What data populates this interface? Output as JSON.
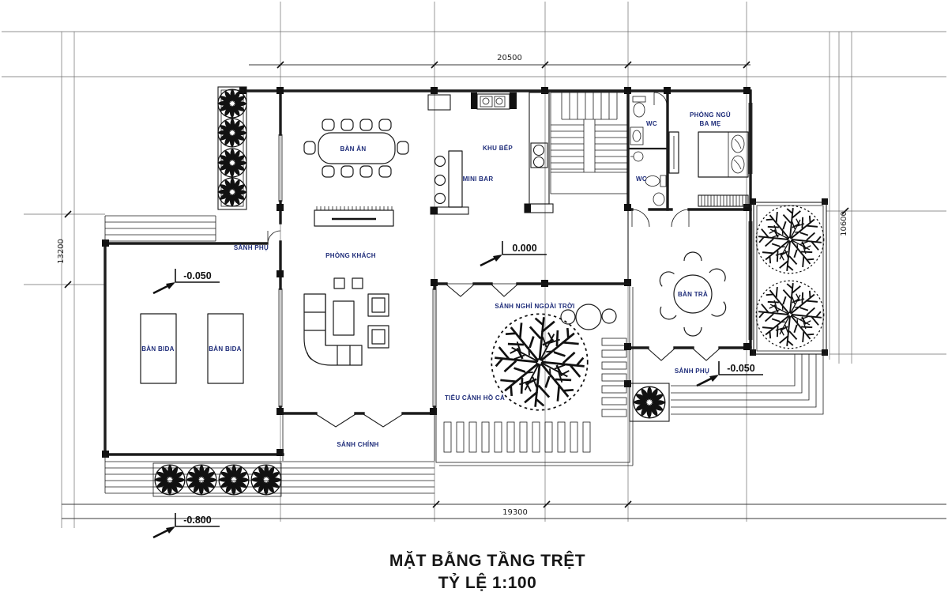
{
  "page_title": {
    "line1": "MẶT BẰNG TẦNG TRỆT",
    "line2": "TỶ LỆ 1:100"
  },
  "dimensions": {
    "top_width": "20500",
    "bottom_width": "19300",
    "left_height": "13200",
    "right_height": "10600"
  },
  "rooms": {
    "dining_table": "BÀN ĂN",
    "kitchen": "KHU BẾP",
    "mini_bar": "MINI BAR",
    "living_room": "PHÒNG KHÁCH",
    "side_hall_left": "SẢNH PHỤ",
    "bedroom_line1": "PHÒNG NGỦ",
    "bedroom_line2": "BA MẸ",
    "wc_top": "WC",
    "wc_bottom": "WC",
    "tea_table": "BÀN TRÀ",
    "outdoor_lounge": "SẢNH NGHỈ NGOÀI TRỜI",
    "fish_pond": "TIỂU CẢNH HỒ CÁ",
    "side_hall_right": "SẢNH PHỤ",
    "main_hall": "SẢNH CHÍNH",
    "billiard_table_1": "BÀN BIDA",
    "billiard_table_2": "BÀN BIDA"
  },
  "elevations": {
    "ground": "0.000",
    "left_terrace": "-0.050",
    "right_terrace": "-0.050",
    "yard": "-0.800"
  },
  "colors": {
    "label_text": "#1f2d7a",
    "line": "#1c1c1c",
    "background": "#ffffff"
  }
}
